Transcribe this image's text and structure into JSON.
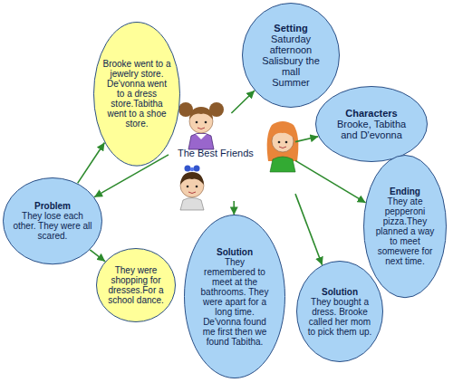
{
  "diagram": {
    "nodes": [
      {
        "text": [
          "The Best Friends"
        ]
      },
      {
        "text": [
          "Setting",
          "Saturday afternoon Salisbury the mall Summer"
        ]
      },
      {
        "text": [
          "Brooke went to a jewelry store. De'vonna went to a dress store.Tabitha went to a shoe store."
        ]
      },
      {
        "text": [
          "Characters",
          "Brooke, Tabitha and D'evonna"
        ]
      },
      {
        "text": [
          "Problem",
          "They lose each other. They were all scared."
        ]
      },
      {
        "text": [
          "Ending",
          "They ate pepperoni pizza.They planned a way to meet somewere for next time."
        ]
      },
      {
        "text": [
          "They were shopping for dresses.For a school dance."
        ]
      },
      {
        "text": [
          "Solution",
          "They remembered to meet at the bathrooms. They were apart for a long time. De'vonna found me first then we found Tabitha."
        ]
      },
      {
        "text": [
          "Solution",
          "They bought a dress. Brooke called her mom to pick them up."
        ]
      }
    ],
    "edges": [
      {
        "from": 0,
        "to": 1,
        "arrow": "to"
      },
      {
        "from": 0,
        "to": 4,
        "arrow": "to"
      },
      {
        "from": 4,
        "to": 2,
        "arrow": "to"
      },
      {
        "from": 4,
        "to": 6,
        "arrow": "to"
      },
      {
        "from": 0,
        "to": 7,
        "arrow": "to"
      },
      {
        "from": 0,
        "to": 3,
        "arrow": "to"
      },
      {
        "from": 0,
        "to": 5,
        "arrow": "to"
      },
      {
        "from": 0,
        "to": 8,
        "arrow": "to"
      }
    ]
  }
}
